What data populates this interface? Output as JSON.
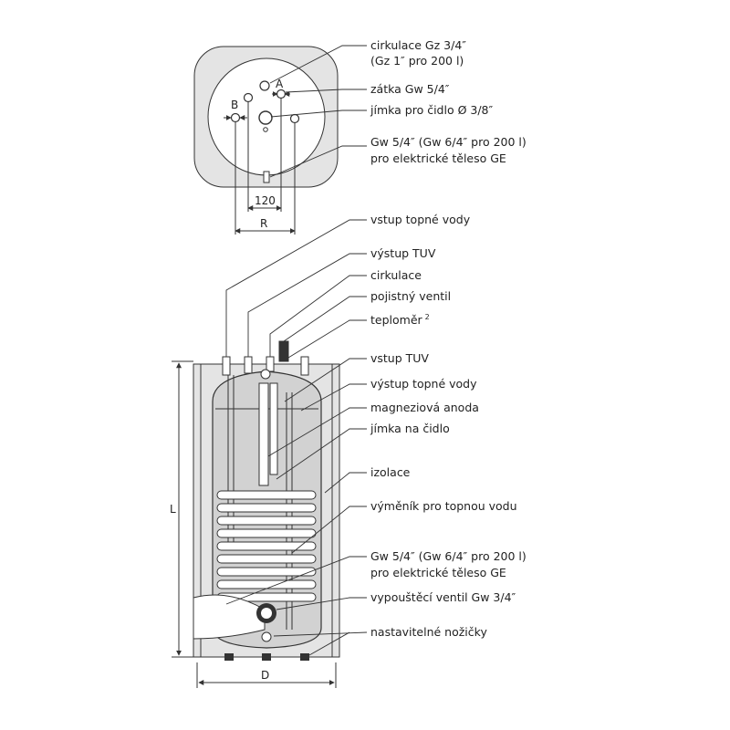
{
  "top_view": {
    "port_labels": {
      "a": "A",
      "b": "B"
    },
    "dimensions": {
      "inner": "120",
      "outer": "R"
    }
  },
  "side_view": {
    "dimensions": {
      "height": "L",
      "diameter": "D"
    }
  },
  "callouts": {
    "cirkulace_top": [
      "cirkulace Gz 3/4″",
      "(Gz 1″ pro 200 l)"
    ],
    "zatka": "zátka Gw 5/4″",
    "jimka_top": "jímka pro čidlo Ø 3/8″",
    "gw_top": [
      "Gw 5/4″ (Gw 6/4″ pro 200 l)",
      "pro elektrické těleso GE"
    ],
    "vstup_topne": "vstup topné vody",
    "vystup_tuv": "výstup TUV",
    "cirkulace": "cirkulace",
    "pojistny": "pojistný ventil",
    "teplomer": "teploměr",
    "teplomer_sup": "2",
    "vstup_tuv": "vstup TUV",
    "vystup_topne": "výstup topné vody",
    "anoda": "magneziová anoda",
    "jimka_cidlo": "jímka na čidlo",
    "izolace": "izolace",
    "vymenik": "výměník pro topnou vodu",
    "gw_bottom": [
      "Gw 5/4″ (Gw 6/4″ pro 200 l)",
      "pro elektrické těleso GE"
    ],
    "vypousteci": "vypouštěcí ventil Gw 3/4″",
    "nozicky": "nastavitelné nožičky"
  },
  "colors": {
    "insulation": "#e4e4e4",
    "tank": "#d2d2d2",
    "line": "#333333"
  }
}
